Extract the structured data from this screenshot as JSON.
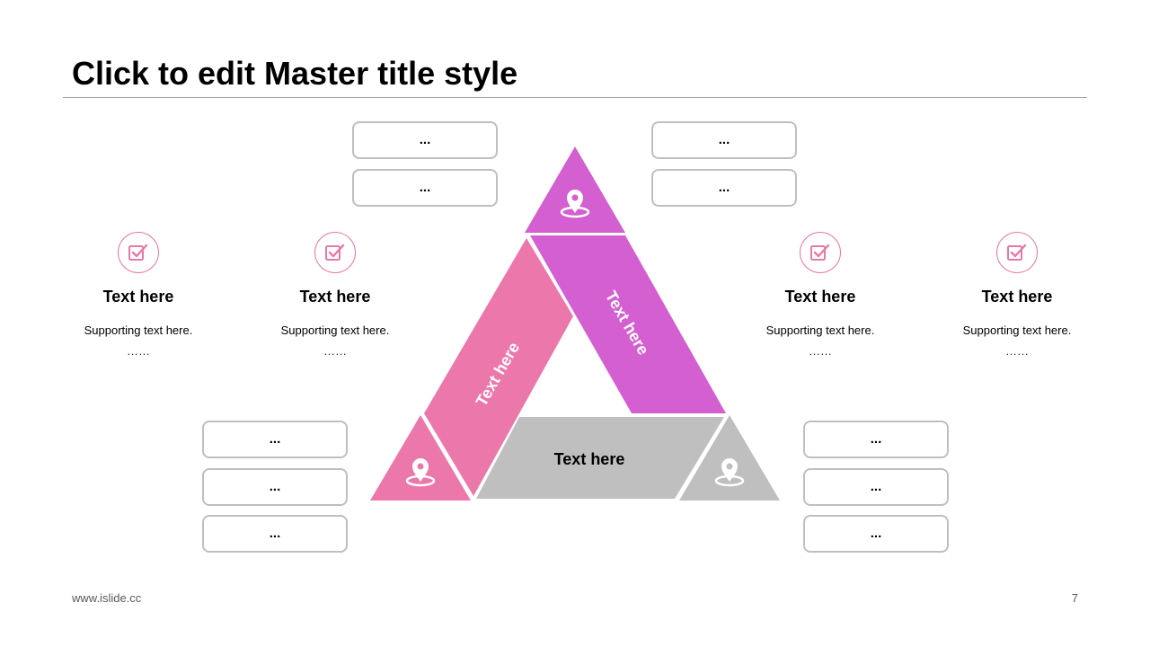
{
  "title": "Click to edit Master title style",
  "colors": {
    "magenta": "#d35fd0",
    "pink": "#ec77ab",
    "gray": "#bfbfbf",
    "icon_outline": "#e879a8"
  },
  "segments": {
    "right": "Text here",
    "left": "Text here",
    "bottom": "Text here"
  },
  "boxes": {
    "top_left": [
      "...",
      "..."
    ],
    "top_right": [
      "...",
      "..."
    ],
    "bottom_left": [
      "...",
      "...",
      "..."
    ],
    "bottom_right": [
      "...",
      "...",
      "..."
    ]
  },
  "items": [
    {
      "title": "Text here",
      "sub": "Supporting text here.",
      "dots": "……"
    },
    {
      "title": "Text here",
      "sub": "Supporting text here.",
      "dots": "……"
    },
    {
      "title": "Text here",
      "sub": "Supporting text here.",
      "dots": "……"
    },
    {
      "title": "Text here",
      "sub": "Supporting text here.",
      "dots": "……"
    }
  ],
  "icons": {
    "item": "checkbox-icon",
    "corner": "location-pin-icon"
  },
  "footer": {
    "url": "www.islide.cc",
    "page": "7"
  }
}
